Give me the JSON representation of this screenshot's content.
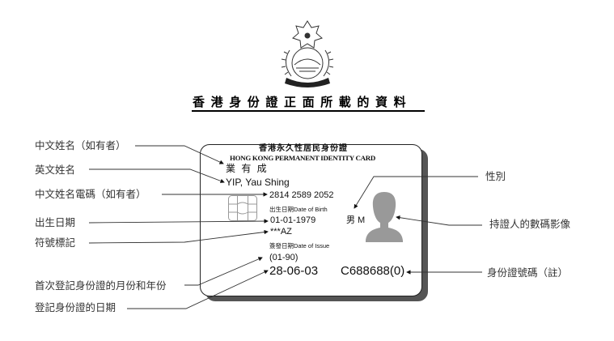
{
  "title": "香港身份證正面所載的資料",
  "card": {
    "header_zh": "香港永久性居民身份證",
    "header_en": "HONG KONG PERMANENT IDENTITY CARD",
    "chinese_name": "業 有 成",
    "english_name": "YIP, Yau Shing",
    "ccc": "2814 2589 2052",
    "dob_label": "出生日期Date of Birth",
    "dob": "01-01-1979",
    "sex": "男 M",
    "symbols": "***AZ",
    "issue_label": "簽發日期Date of Issue",
    "first_reg": "(01-90)",
    "issue_date": "28-06-03",
    "id_number": "C688688(0)"
  },
  "labels_left": [
    "中文姓名（如有者）",
    "英文姓名",
    "中文姓名電碼（如有者）",
    "出生日期",
    "符號標記",
    "首次登記身份證的月份和年份",
    "登記身份證的日期"
  ],
  "labels_right": [
    "性別",
    "持證人的數碼影像",
    "身份證號碼（註）"
  ],
  "icons": [
    "emblem-icon",
    "chip-icon",
    "photo-silhouette-icon"
  ]
}
